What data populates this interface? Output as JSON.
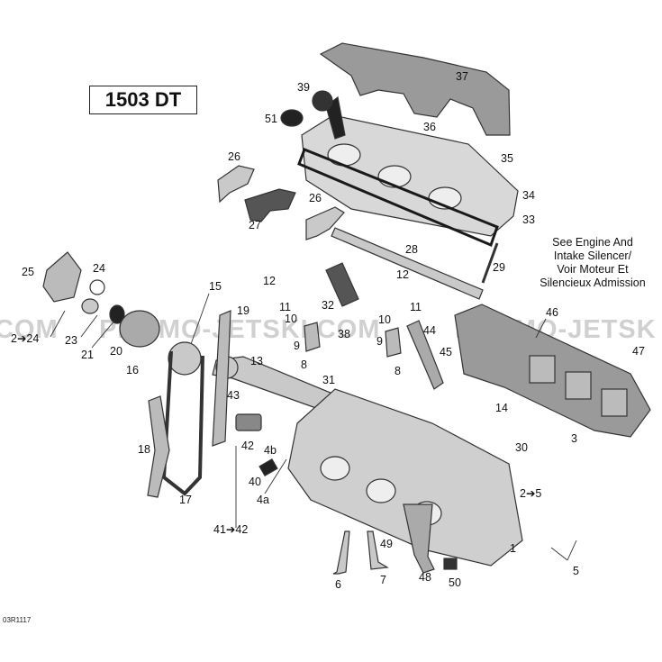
{
  "title": "1503 DT",
  "note_lines": [
    "See Engine And",
    "Intake Silencer/",
    "Voir Moteur Et",
    "Silencieux Admission"
  ],
  "ref_code": "03R1117",
  "watermark": [
    "COM",
    "PROMO-JETSKI.COM",
    "PROMO-JETSK"
  ],
  "part_numbers": {
    "p1": "1",
    "p2r": "2➔5",
    "p2l": "2➔24",
    "p3": "3",
    "p4a": "4a",
    "p4b": "4b",
    "p5": "5",
    "p6": "6",
    "p7": "7",
    "p8a": "8",
    "p8b": "8",
    "p9a": "9",
    "p9b": "9",
    "p10a": "10",
    "p10b": "10",
    "p11a": "11",
    "p11b": "11",
    "p12a": "12",
    "p12b": "12",
    "p13": "13",
    "p14": "14",
    "p15": "15",
    "p16": "16",
    "p17": "17",
    "p18": "18",
    "p19": "19",
    "p20": "20",
    "p21": "21",
    "p23": "23",
    "p24": "24",
    "p25": "25",
    "p26a": "26",
    "p26b": "26",
    "p27": "27",
    "p28": "28",
    "p29": "29",
    "p30": "30",
    "p31": "31",
    "p32": "32",
    "p33": "33",
    "p34": "34",
    "p35": "35",
    "p36": "36",
    "p37": "37",
    "p38": "38",
    "p39": "39",
    "p40": "40",
    "p41": "41➔42",
    "p42": "42",
    "p43": "43",
    "p44": "44",
    "p45": "45",
    "p46": "46",
    "p47": "47",
    "p48": "48",
    "p49": "49",
    "p50": "50",
    "p51": "51"
  },
  "colors": {
    "part_fill": "#c9c9c9",
    "part_stroke": "#333333",
    "gasket": "#1a1a1a",
    "label": "#111111"
  }
}
